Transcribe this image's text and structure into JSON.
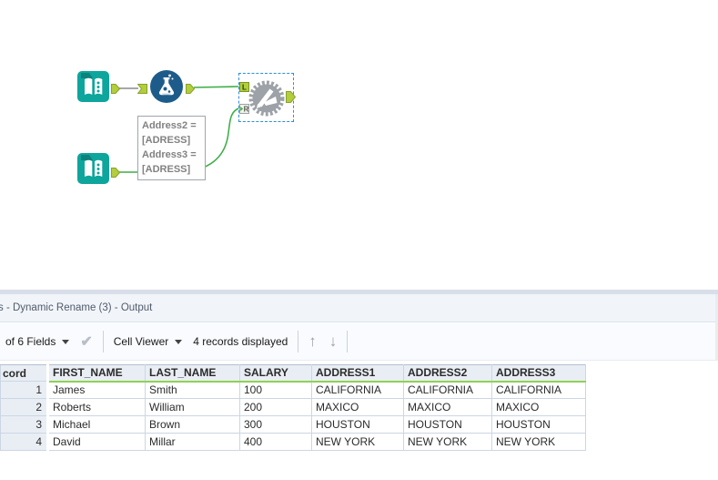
{
  "colors": {
    "teal": "#0ea59c",
    "formula_blue": "#1d5c8a",
    "anchor_green": "#b3cd3d",
    "connection_green": "#3fae49",
    "selection_blue": "#2e8fd9",
    "gear_gray": "#9da2a8",
    "header_underline_green": "#8fd254"
  },
  "canvas": {
    "dynamic_rename": {
      "anchor_l": "L",
      "anchor_r": "R"
    },
    "annotation": {
      "lines": [
        "Address2 =",
        "[ADRESS]",
        "Address3 =",
        "[ADRESS]"
      ]
    }
  },
  "results": {
    "title": "s - Dynamic Rename (3) - Output",
    "toolbar": {
      "fields_label": "of 6 Fields",
      "cell_viewer_label": "Cell Viewer",
      "records_label": "4 records displayed"
    },
    "table": {
      "record_header": "cord",
      "columns": [
        "FIRST_NAME",
        "LAST_NAME",
        "SALARY",
        "ADDRESS1",
        "ADDRESS2",
        "ADDRESS3"
      ],
      "rows": [
        {
          "record": "1",
          "cells": [
            "James",
            "Smith",
            "100",
            "CALIFORNIA",
            "CALIFORNIA",
            "CALIFORNIA"
          ]
        },
        {
          "record": "2",
          "cells": [
            "Roberts",
            "William",
            "200",
            "MAXICO",
            "MAXICO",
            "MAXICO"
          ]
        },
        {
          "record": "3",
          "cells": [
            "Michael",
            "Brown",
            "300",
            "HOUSTON",
            "HOUSTON",
            "HOUSTON"
          ]
        },
        {
          "record": "4",
          "cells": [
            "David",
            "Millar",
            "400",
            "NEW YORK",
            "NEW YORK",
            "NEW YORK"
          ]
        }
      ]
    }
  }
}
